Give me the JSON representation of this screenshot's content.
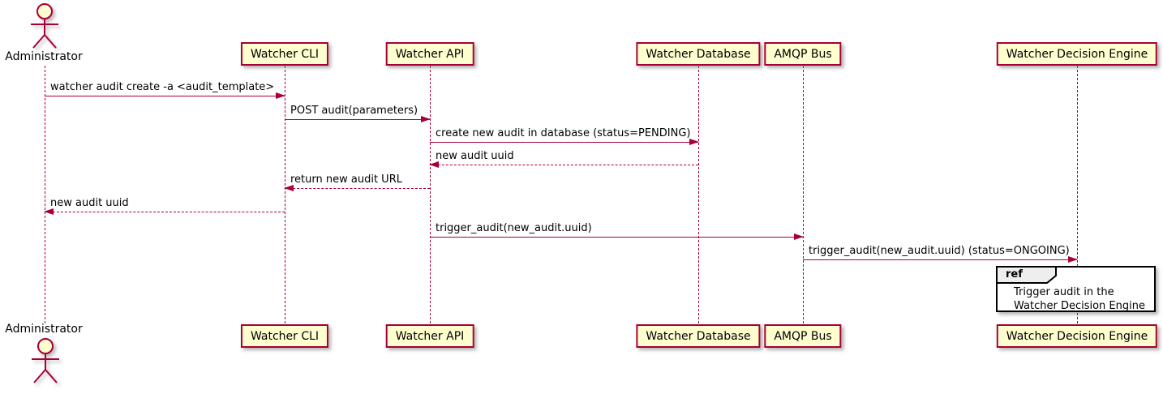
{
  "diagram": {
    "actor": {
      "name": "Administrator"
    },
    "participants": [
      {
        "id": "cli",
        "label": "Watcher CLI"
      },
      {
        "id": "api",
        "label": "Watcher API"
      },
      {
        "id": "db",
        "label": "Watcher Database"
      },
      {
        "id": "amqp",
        "label": "AMQP Bus"
      },
      {
        "id": "wde",
        "label": "Watcher Decision Engine"
      }
    ],
    "messages": [
      {
        "from": "admin",
        "to": "cli",
        "label": "watcher audit create -a <audit_template>",
        "style": "solid"
      },
      {
        "from": "cli",
        "to": "api",
        "label": "POST audit(parameters)",
        "style": "solid"
      },
      {
        "from": "api",
        "to": "db",
        "label": "create new audit in database (status=PENDING)",
        "style": "solid"
      },
      {
        "from": "db",
        "to": "api",
        "label": "new audit uuid",
        "style": "dashed"
      },
      {
        "from": "api",
        "to": "cli",
        "label": "return new audit URL",
        "style": "dashed"
      },
      {
        "from": "cli",
        "to": "admin",
        "label": "new audit uuid",
        "style": "dashed"
      },
      {
        "from": "api",
        "to": "amqp",
        "label": "trigger_audit(new_audit.uuid)",
        "style": "solid"
      },
      {
        "from": "amqp",
        "to": "wde",
        "label": "trigger_audit(new_audit.uuid) (status=ONGOING)",
        "style": "solid"
      }
    ],
    "ref": {
      "keyword": "ref",
      "line1": "Trigger audit in the",
      "line2": "Watcher Decision Engine"
    },
    "colors": {
      "lifeline_and_border": "#A80036",
      "participant_fill": "#FEFECE",
      "text": "#000000",
      "ref_header_fill": "#EEEEEE",
      "ref_border": "#000000"
    }
  }
}
